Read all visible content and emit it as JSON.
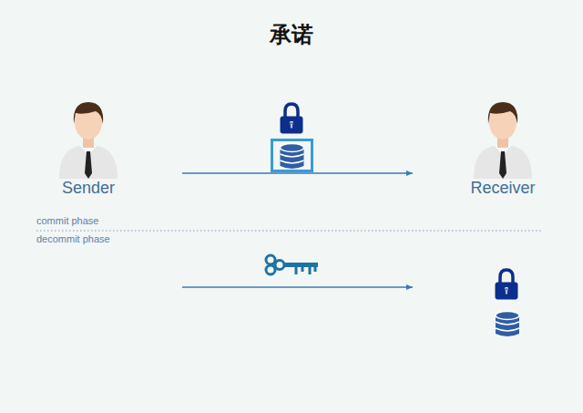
{
  "diagram": {
    "title": "承诺",
    "nodes": [
      {
        "text": [
          "Sender"
        ]
      },
      {
        "text": [
          "Receiver"
        ]
      }
    ],
    "edges": [
      {
        "from": 0,
        "to": 1,
        "arrow": "to"
      },
      {
        "from": 0,
        "to": 1,
        "arrow": "to"
      }
    ],
    "labels": [
      "commit phase",
      "decommit phase"
    ]
  }
}
